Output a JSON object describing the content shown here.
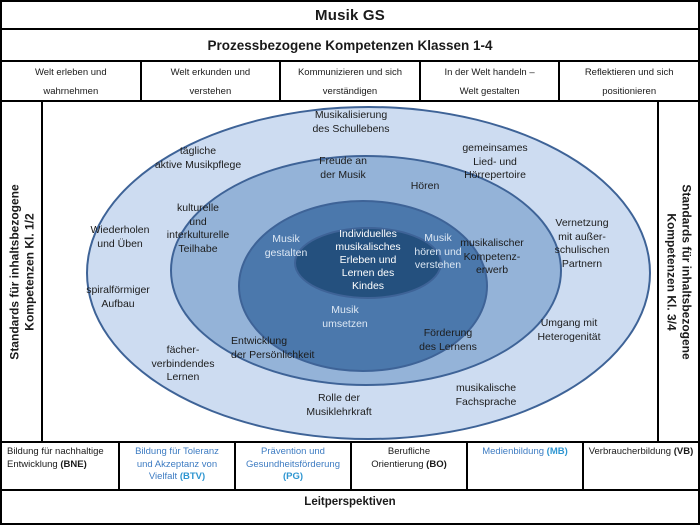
{
  "header": {
    "title": "Musik GS",
    "subtitle": "Prozessbezogene Kompetenzen Klassen 1-4"
  },
  "process_competencies": {
    "items": [
      {
        "lines": [
          "Welt erleben und",
          "wahrnehmen"
        ]
      },
      {
        "lines": [
          "Welt erkunden und",
          "verstehen"
        ]
      },
      {
        "lines": [
          "Kommunizieren und sich",
          "verständigen"
        ]
      },
      {
        "lines": [
          "In der Welt handeln –",
          "Welt gestalten"
        ]
      },
      {
        "lines": [
          "Reflektieren und sich",
          "positionieren"
        ]
      }
    ]
  },
  "sidebar_left": {
    "lines": [
      "Standards für inhaltsbezogene",
      "Kompetenzen  Kl. 1/2"
    ]
  },
  "sidebar_right": {
    "lines": [
      "Standards für inhaltsbezogene",
      "Kompetenzen  Kl. 3/4"
    ]
  },
  "diagram": {
    "center": {
      "lines": [
        "Individuelles",
        "musikalisches",
        "Erleben und",
        "Lernen des",
        "Kindes"
      ]
    },
    "ring_actions": {
      "gestalten": {
        "lines": [
          "Musik",
          "gestalten"
        ]
      },
      "hoeren_verstehen": {
        "lines": [
          "Musik",
          "hören und",
          "verstehen"
        ]
      },
      "umsetzen": {
        "lines": [
          "Musik",
          "umsetzen"
        ]
      }
    },
    "ring_principles": {
      "freude": {
        "lines": [
          "Freude an",
          "der Musik"
        ]
      },
      "hoeren": {
        "lines": [
          "Hören"
        ]
      },
      "kulturelle": {
        "lines": [
          "kulturelle",
          "und",
          "interkulturelle",
          "Teilhabe"
        ]
      },
      "entwicklung": {
        "lines": [
          "Entwicklung",
          "der Persönlichkeit"
        ]
      },
      "foerderung": {
        "lines": [
          "Förderung",
          "des Lernens"
        ]
      },
      "kompetenzerwerb": {
        "lines": [
          "musikalischer",
          "Kompetenz-",
          "erwerb"
        ]
      }
    },
    "ring_outer": {
      "musikalisierung": {
        "lines": [
          "Musikalisierung",
          "des Schullebens"
        ]
      },
      "taegliche": {
        "lines": [
          "tägliche",
          "aktive Musikpflege"
        ]
      },
      "gemeinsames": {
        "lines": [
          "gemeinsames",
          "Lied- und",
          "Hörrepertoire"
        ]
      },
      "wiederholen": {
        "lines": [
          "Wiederholen",
          "und Üben"
        ]
      },
      "spiralfoermig": {
        "lines": [
          "spiralförmiger",
          "Aufbau"
        ]
      },
      "faecher": {
        "lines": [
          "fächer-",
          "verbindendes",
          "Lernen"
        ]
      },
      "rolle": {
        "lines": [
          "Rolle der",
          "Musiklehrkraft"
        ]
      },
      "fachsprache": {
        "lines": [
          "musikalische",
          "Fachsprache"
        ]
      },
      "umgang": {
        "lines": [
          "Umgang mit",
          "Heterogenität"
        ]
      },
      "vernetzung": {
        "lines": [
          "Vernetzung",
          "mit außer-",
          "schulischen",
          "Partnern"
        ]
      }
    }
  },
  "leitperspektiven": {
    "boxes": [
      {
        "lines": [
          "Bildung für nachhaltige",
          "Entwicklung"
        ],
        "abbr": "(BNE)",
        "accent": false
      },
      {
        "lines": [
          "Bildung für Toleranz",
          "und Akzeptanz von",
          "Vielfalt"
        ],
        "abbr": "(BTV)",
        "accent": true
      },
      {
        "lines": [
          "Prävention und",
          "Gesundheitsförderung"
        ],
        "abbr": "(PG)",
        "accent": true
      },
      {
        "lines": [
          "Berufliche",
          "Orientierung"
        ],
        "abbr": "(BO)",
        "accent": false
      },
      {
        "lines": [
          "Medienbildung"
        ],
        "abbr": "(MB)",
        "accent": true
      },
      {
        "lines": [
          "Verbraucherbildung"
        ],
        "abbr": "(VB)",
        "accent": false
      }
    ],
    "footer_label": "Leitperspektiven"
  },
  "colors": {
    "ellipse_outer_fill": "#cddcf1",
    "ellipse_ring2_fill": "#94b3d8",
    "ellipse_ring3_fill": "#4b78ac",
    "ellipse_center_fill": "#24507e",
    "ellipse_border": "#3e6397",
    "accent_text_blue": "#3e7cc2",
    "accent_abbr_blue": "#2f96d1",
    "grid_border": "#000000"
  }
}
